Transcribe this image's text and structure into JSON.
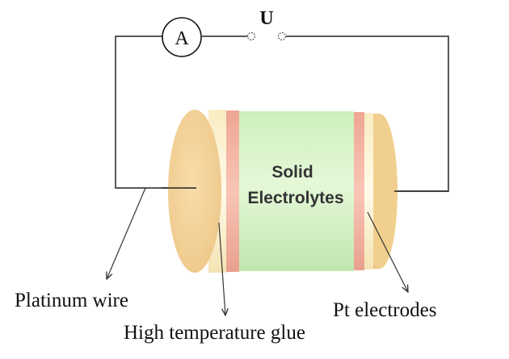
{
  "circuit": {
    "ammeter_symbol": "A",
    "voltage_label": "U"
  },
  "cell": {
    "title_line1": "Solid",
    "title_line2": "Electrolytes"
  },
  "labels": {
    "platinum_wire": "Platinum wire",
    "high_temp_glue": "High temperature glue",
    "pt_electrodes": "Pt electrodes"
  },
  "colors": {
    "cap_left": "#F3D49E",
    "glue_band": "#FDF6D8",
    "pt_electrode": "#F2B0A0",
    "electrolyte": "#D8F3C8",
    "cap_right": "#F2D498",
    "wire": "#222222"
  }
}
